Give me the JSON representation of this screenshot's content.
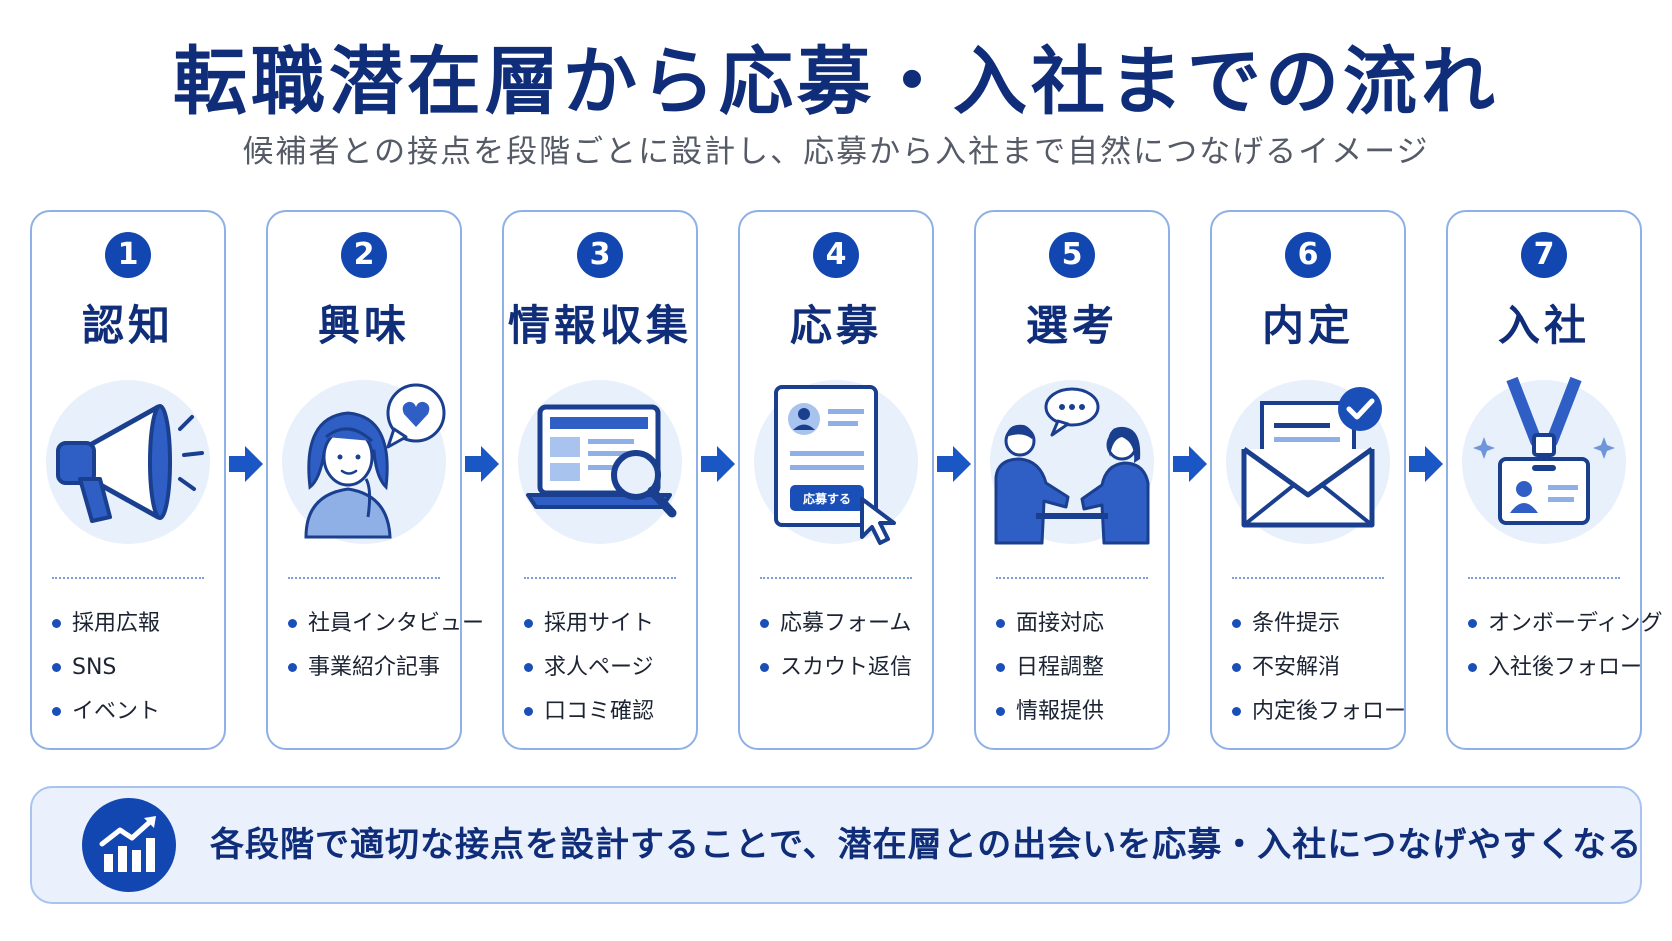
{
  "title": "転職潜在層から応募・入社までの流れ",
  "subtitle": "候補者との接点を段階ごとに設計し、応募から入社まで自然につなげるイメージ",
  "steps": [
    {
      "number": "1",
      "title": "認知",
      "icon": "megaphone-icon",
      "items": [
        "採用広報",
        "SNS",
        "イベント"
      ]
    },
    {
      "number": "2",
      "title": "興味",
      "icon": "interested-person-icon",
      "items": [
        "社員インタビュー",
        "事業紹介記事"
      ]
    },
    {
      "number": "3",
      "title": "情報収集",
      "icon": "laptop-search-icon",
      "items": [
        "採用サイト",
        "求人ページ",
        "口コミ確認"
      ]
    },
    {
      "number": "4",
      "title": "応募",
      "icon": "application-form-icon",
      "button_label": "応募する",
      "items": [
        "応募フォーム",
        "スカウト返信"
      ]
    },
    {
      "number": "5",
      "title": "選考",
      "icon": "interview-icon",
      "items": [
        "面接対応",
        "日程調整",
        "情報提供"
      ]
    },
    {
      "number": "6",
      "title": "内定",
      "icon": "offer-envelope-icon",
      "items": [
        "条件提示",
        "不安解消",
        "内定後フォロー"
      ]
    },
    {
      "number": "7",
      "title": "入社",
      "icon": "employee-badge-icon",
      "items": [
        "オンボーディング",
        "入社後フォロー"
      ]
    }
  ],
  "footer": {
    "icon": "growth-chart-icon",
    "text": "各段階で適切な接点を設計することで、潜在層との出会いを応募・入社につなげやすくなる"
  },
  "colors": {
    "primary": "#1246b0",
    "title": "#0f2d78",
    "card_border": "#8fb0e6",
    "illustration_bg": "#e8f0fc",
    "footer_bg": "#eaf1fc"
  }
}
